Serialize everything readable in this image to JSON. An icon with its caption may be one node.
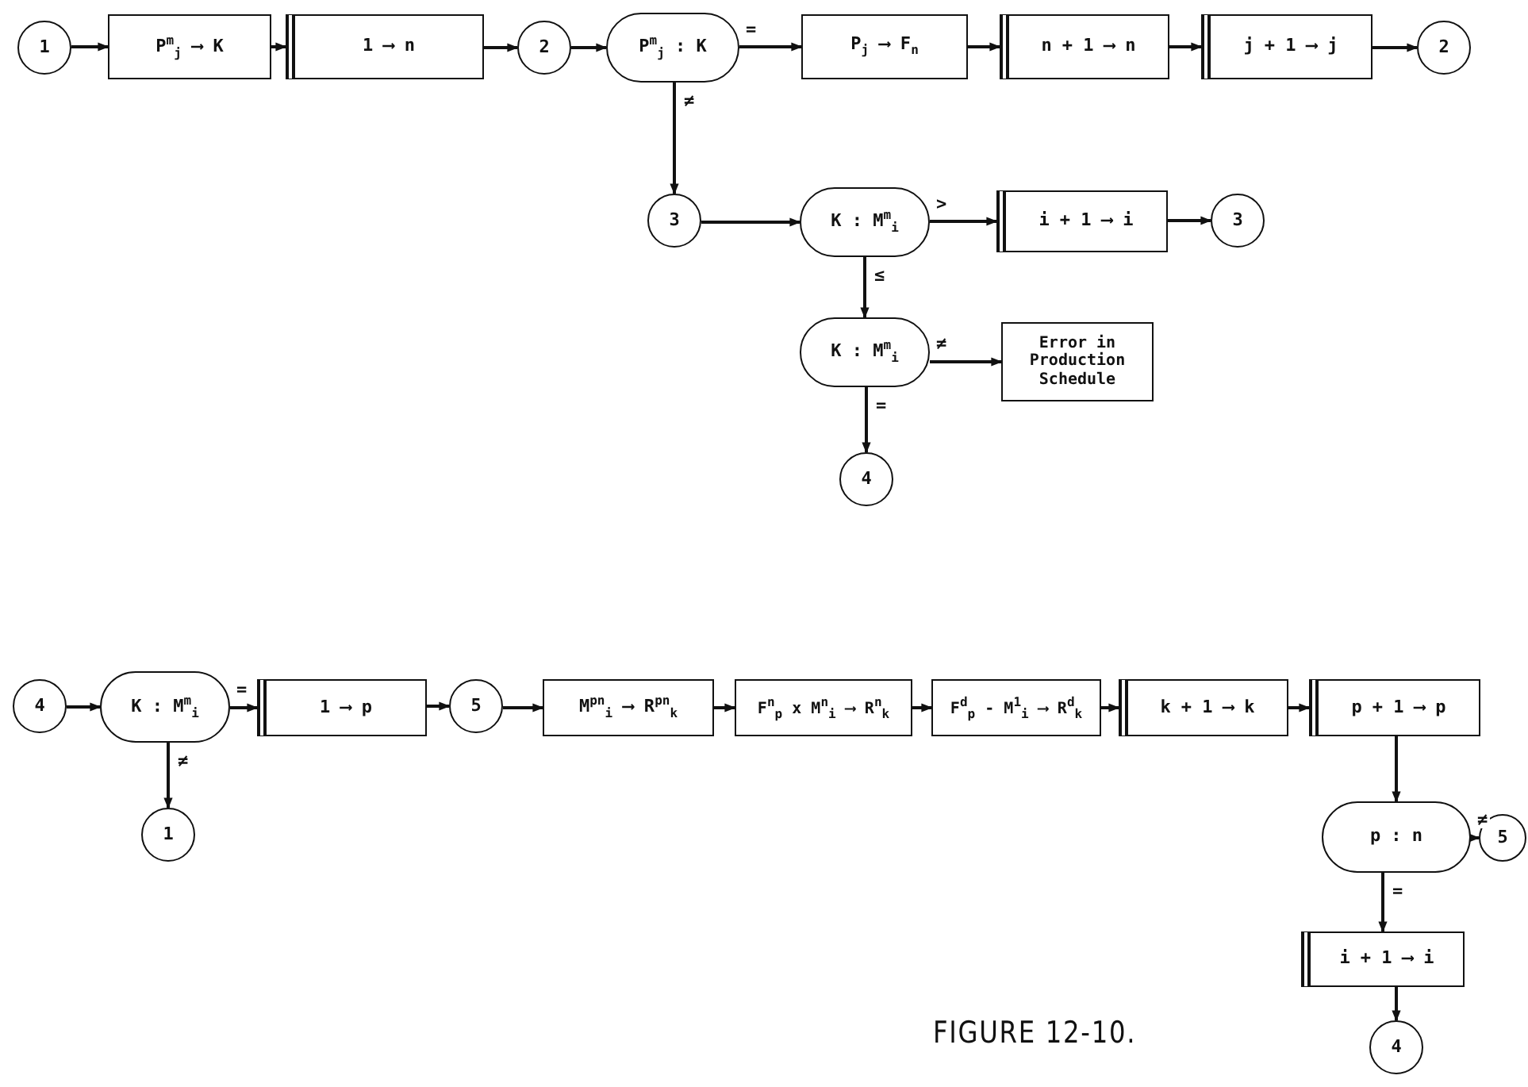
{
  "diagram": {
    "caption": "FIGURE 12-10.",
    "nodes": [
      {
        "text": [
          "1"
        ]
      },
      {
        "text": [
          "P$^{m}$$_{j}$ ⟶ K"
        ]
      },
      {
        "text": [
          "1 ⟶ n"
        ]
      },
      {
        "text": [
          "2"
        ]
      },
      {
        "text": [
          "P$^{m}$$_{j}$ : K"
        ]
      },
      {
        "text": [
          "P$_{j}$ ⟶ F$_{n}$"
        ]
      },
      {
        "text": [
          "n + 1 ⟶ n"
        ]
      },
      {
        "text": [
          "j + 1 ⟶ j"
        ]
      },
      {
        "text": [
          "2"
        ]
      },
      {
        "text": [
          "3"
        ]
      },
      {
        "text": [
          "K : M$^{m}$$_{i}$"
        ]
      },
      {
        "text": [
          "i + 1 ⟶ i"
        ]
      },
      {
        "text": [
          "3"
        ]
      },
      {
        "text": [
          "K : M$^{m}$$_{i}$"
        ]
      },
      {
        "text": [
          "Error in Production Schedule"
        ]
      },
      {
        "text": [
          "4"
        ]
      },
      {
        "text": [
          "4"
        ]
      },
      {
        "text": [
          "K : M$^{m}$$_{i}$"
        ]
      },
      {
        "text": [
          "1 ⟶ p"
        ]
      },
      {
        "text": [
          "5"
        ]
      },
      {
        "text": [
          "M$^{pn}$$_{i}$ ⟶ R$^{pn}$$_{k}$"
        ]
      },
      {
        "text": [
          "F$^{n}$$_{p}$ x M$^{n}$$_{i}$ ⟶ R$^{n}$$_{k}$"
        ]
      },
      {
        "text": [
          "F$^{d}$$_{p}$ - M$^{1}$$_{i}$ ⟶ R$^{d}$$_{k}$"
        ]
      },
      {
        "text": [
          "k + 1 ⟶ k"
        ]
      },
      {
        "text": [
          "p + 1 ⟶ p"
        ]
      },
      {
        "text": [
          "1"
        ]
      },
      {
        "text": [
          "p : n"
        ]
      },
      {
        "text": [
          "5"
        ]
      },
      {
        "text": [
          "i + 1 ⟶ i"
        ]
      },
      {
        "text": [
          "4"
        ]
      }
    ],
    "edges": [
      {
        "from": 0,
        "to": 1,
        "arrow": "to"
      },
      {
        "from": 1,
        "to": 2,
        "arrow": "to"
      },
      {
        "from": 2,
        "to": 3,
        "arrow": "to"
      },
      {
        "from": 3,
        "to": 4,
        "arrow": "to"
      },
      {
        "from": 4,
        "to": 5,
        "arrow": "to",
        "label": "="
      },
      {
        "from": 5,
        "to": 6,
        "arrow": "to"
      },
      {
        "from": 6,
        "to": 7,
        "arrow": "to"
      },
      {
        "from": 7,
        "to": 8,
        "arrow": "to"
      },
      {
        "from": 4,
        "to": 9,
        "arrow": "to",
        "label": "≠"
      },
      {
        "from": 9,
        "to": 10,
        "arrow": "to"
      },
      {
        "from": 10,
        "to": 11,
        "arrow": "to",
        "label": ">"
      },
      {
        "from": 11,
        "to": 12,
        "arrow": "to"
      },
      {
        "from": 10,
        "to": 13,
        "arrow": "to",
        "label": "≤"
      },
      {
        "from": 13,
        "to": 14,
        "arrow": "to",
        "label": "≠"
      },
      {
        "from": 13,
        "to": 15,
        "arrow": "to",
        "label": "="
      },
      {
        "from": 16,
        "to": 17,
        "arrow": "to"
      },
      {
        "from": 17,
        "to": 18,
        "arrow": "to",
        "label": "="
      },
      {
        "from": 17,
        "to": 25,
        "arrow": "to",
        "label": "≠"
      },
      {
        "from": 18,
        "to": 19,
        "arrow": "to"
      },
      {
        "from": 19,
        "to": 20,
        "arrow": "to"
      },
      {
        "from": 20,
        "to": 21,
        "arrow": "to"
      },
      {
        "from": 21,
        "to": 22,
        "arrow": "to"
      },
      {
        "from": 22,
        "to": 23,
        "arrow": "to"
      },
      {
        "from": 23,
        "to": 24,
        "arrow": "to"
      },
      {
        "from": 24,
        "to": 26,
        "arrow": "to"
      },
      {
        "from": 26,
        "to": 27,
        "arrow": "to",
        "label": "≠"
      },
      {
        "from": 26,
        "to": 28,
        "arrow": "to",
        "label": "="
      },
      {
        "from": 28,
        "to": 29,
        "arrow": "to"
      }
    ]
  }
}
